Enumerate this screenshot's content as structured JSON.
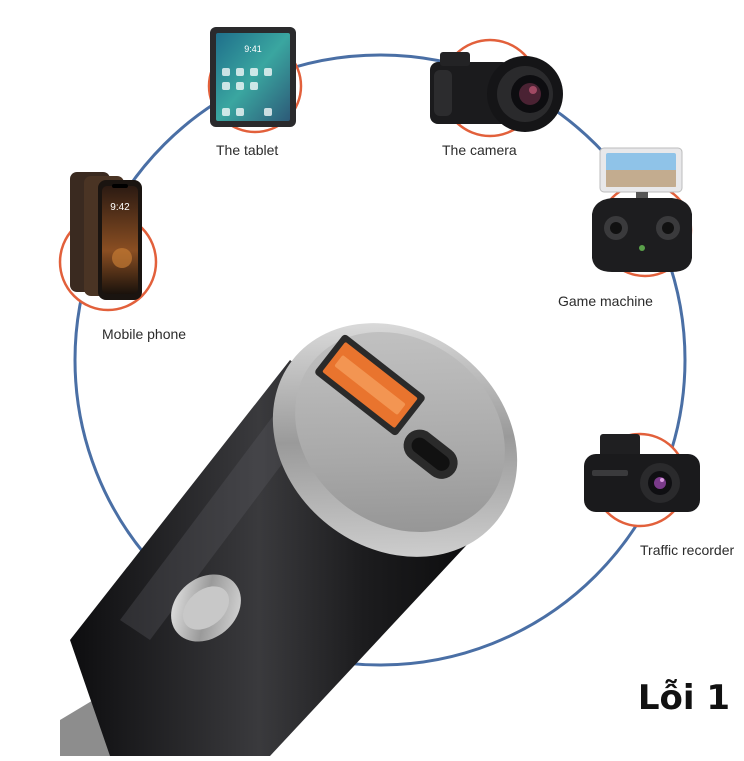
{
  "devices": {
    "tablet": {
      "label": "The tablet",
      "icon": "tablet-icon"
    },
    "camera": {
      "label": "The camera",
      "icon": "camera-icon"
    },
    "mobile": {
      "label": "Mobile phone",
      "icon": "phone-icon",
      "screen_time": "9:42"
    },
    "game": {
      "label": "Game machine",
      "icon": "gamepad-icon"
    },
    "recorder": {
      "label": "Traffic recorder",
      "icon": "dashcam-icon"
    }
  },
  "tablet_screen_time": "9:41",
  "overlay_text": "Lỗi 1",
  "colors": {
    "ring": "#4a6fa5",
    "highlight": "#e2603b",
    "charger_body": "#1c1c1e",
    "charger_port_orange": "#e9742e"
  }
}
